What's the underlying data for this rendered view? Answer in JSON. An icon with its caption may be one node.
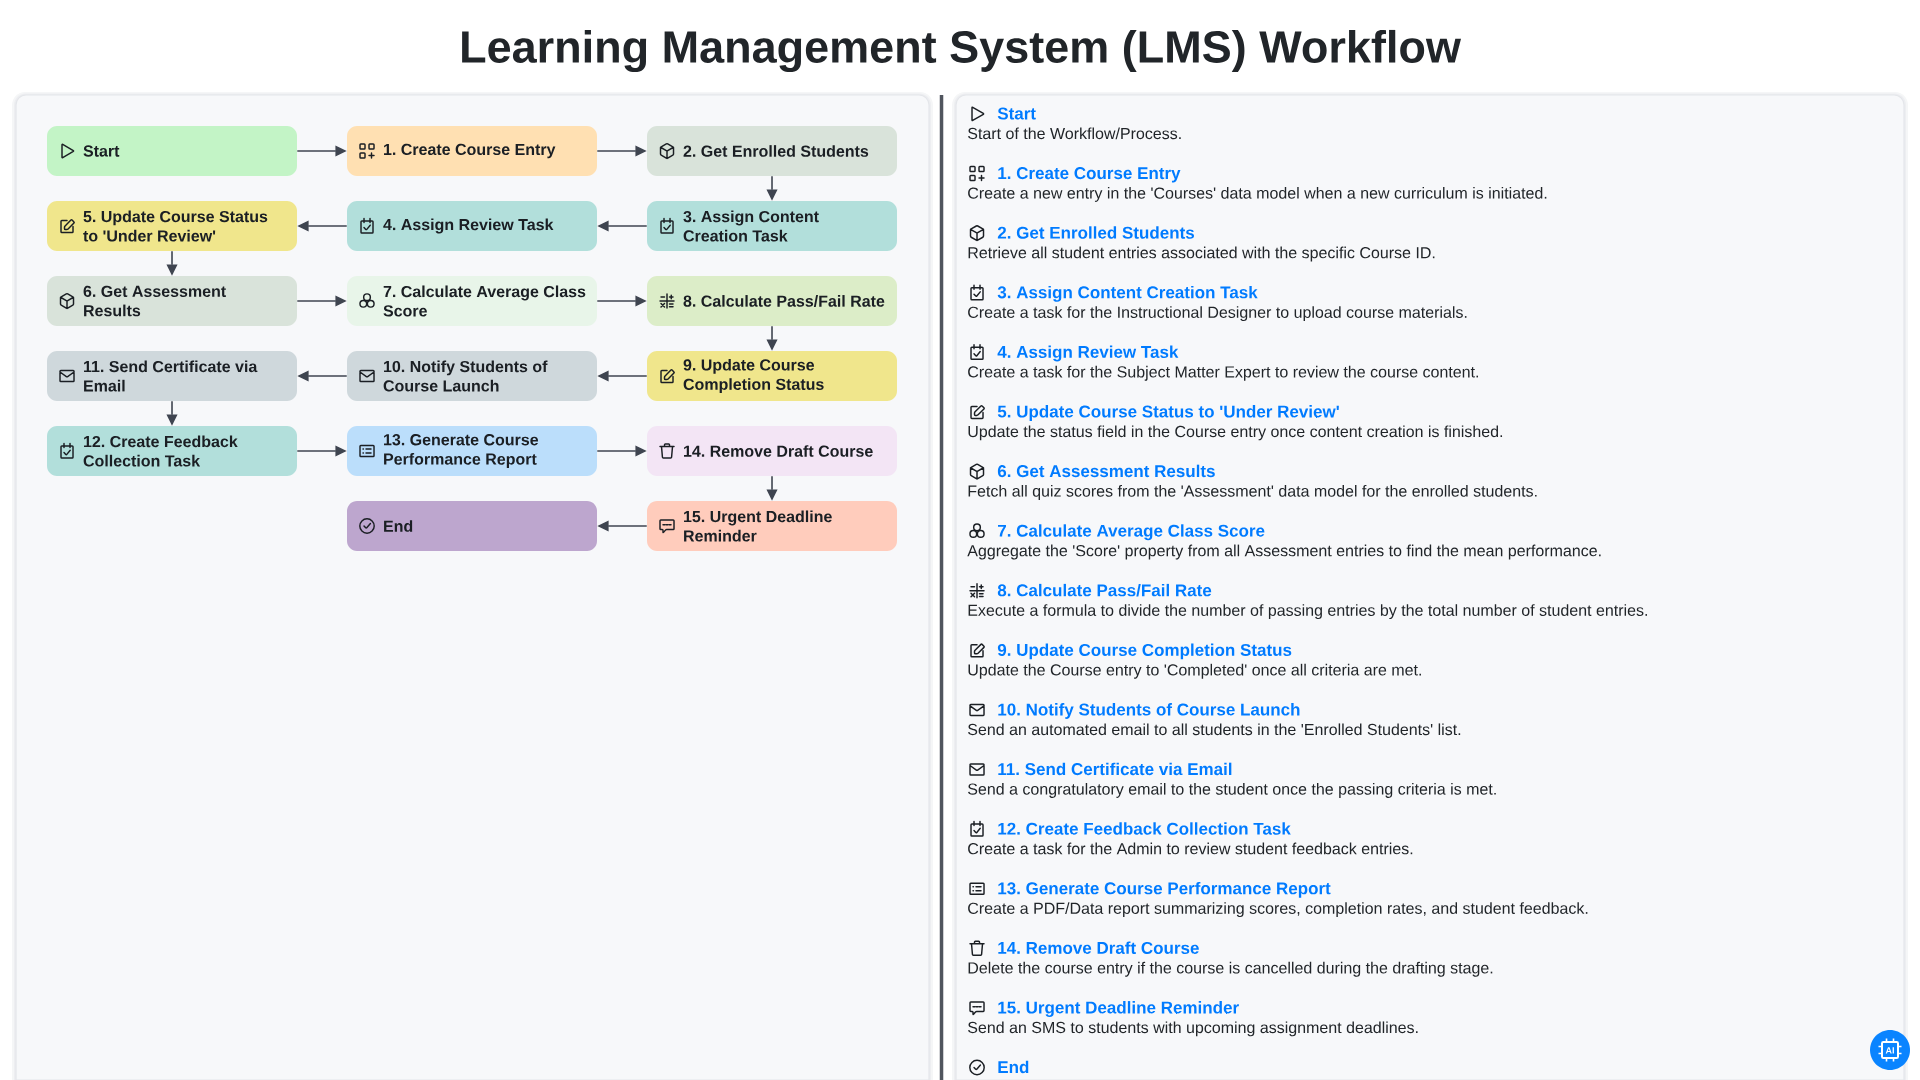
{
  "diagram": {
    "title": "Learning Management System (LMS) Workflow",
    "nodes": [
      {
        "text": [
          "Start"
        ]
      },
      {
        "text": [
          "1. Create Course Entry"
        ]
      },
      {
        "text": [
          "2. Get Enrolled Students"
        ]
      },
      {
        "text": [
          "3. Assign Content Creation Task"
        ]
      },
      {
        "text": [
          "4. Assign Review Task"
        ]
      },
      {
        "text": [
          "5. Update Course Status to 'Under Review'"
        ]
      },
      {
        "text": [
          "6. Get Assessment Results"
        ]
      },
      {
        "text": [
          "7. Calculate Average Class Score"
        ]
      },
      {
        "text": [
          "8. Calculate Pass/Fail Rate"
        ]
      },
      {
        "text": [
          "9. Update Course Completion Status"
        ]
      },
      {
        "text": [
          "10. Notify Students of Course Launch"
        ]
      },
      {
        "text": [
          "11. Send Certificate via Email"
        ]
      },
      {
        "text": [
          "12. Create Feedback Collection Task"
        ]
      },
      {
        "text": [
          "13. Generate Course Performance Report"
        ]
      },
      {
        "text": [
          "14. Remove Draft Course"
        ]
      },
      {
        "text": [
          "15. Urgent Deadline Reminder"
        ]
      },
      {
        "text": [
          "End"
        ]
      }
    ],
    "edges": [
      {
        "from": 0,
        "to": 1,
        "arrow": "to"
      },
      {
        "from": 1,
        "to": 2,
        "arrow": "to"
      },
      {
        "from": 2,
        "to": 3,
        "arrow": "to"
      },
      {
        "from": 3,
        "to": 4,
        "arrow": "to"
      },
      {
        "from": 4,
        "to": 5,
        "arrow": "to"
      },
      {
        "from": 5,
        "to": 6,
        "arrow": "to"
      },
      {
        "from": 6,
        "to": 7,
        "arrow": "to"
      },
      {
        "from": 7,
        "to": 8,
        "arrow": "to"
      },
      {
        "from": 8,
        "to": 9,
        "arrow": "to"
      },
      {
        "from": 9,
        "to": 10,
        "arrow": "to"
      },
      {
        "from": 10,
        "to": 11,
        "arrow": "to"
      },
      {
        "from": 11,
        "to": 12,
        "arrow": "to"
      },
      {
        "from": 12,
        "to": 13,
        "arrow": "to"
      },
      {
        "from": 13,
        "to": 14,
        "arrow": "to"
      },
      {
        "from": 14,
        "to": 15,
        "arrow": "to"
      },
      {
        "from": 15,
        "to": 16,
        "arrow": "to"
      }
    ],
    "labels": [
      "Start",
      "Start of the Workflow/Process.",
      "1. Create Course Entry",
      "Create a new entry in the 'Courses' data model when a new curriculum is initiated.",
      "2. Get Enrolled Students",
      "Retrieve all student entries associated with the specific Course ID.",
      "3. Assign Content Creation Task",
      "Create a task for the Instructional Designer to upload course materials.",
      "4. Assign Review Task",
      "Create a task for the Subject Matter Expert to review the course content.",
      "5. Update Course Status to 'Under Review'",
      "Update the status field in the Course entry once content creation is finished.",
      "6. Get Assessment Results",
      "Fetch all quiz scores from the 'Assessment' data model for the enrolled students.",
      "7. Calculate Average Class Score",
      "Aggregate the 'Score' property from all Assessment entries to find the mean performance.",
      "8. Calculate Pass/Fail Rate",
      "Execute a formula to divide the number of passing entries by the total number of student entries.",
      "9. Update Course Completion Status",
      "Update the Course entry to 'Completed' once all criteria are met.",
      "10. Notify Students of Course Launch",
      "Send an automated email to all students in the 'Enrolled Students' list.",
      "11. Send Certificate via Email",
      "Send a congratulatory email to the student once the passing criteria is met.",
      "12. Create Feedback Collection Task",
      "Create a task for the Admin to review student feedback entries.",
      "13. Generate Course Performance Report",
      "Create a PDF/Data report summarizing scores, completion rates, and student feedback.",
      "14. Remove Draft Course",
      "Delete the course entry if the course is cancelled during the drafting stage.",
      "15. Urgent Deadline Reminder",
      "Send an SMS to students with upcoming assignment deadlines.",
      "End",
      "AI"
    ]
  }
}
